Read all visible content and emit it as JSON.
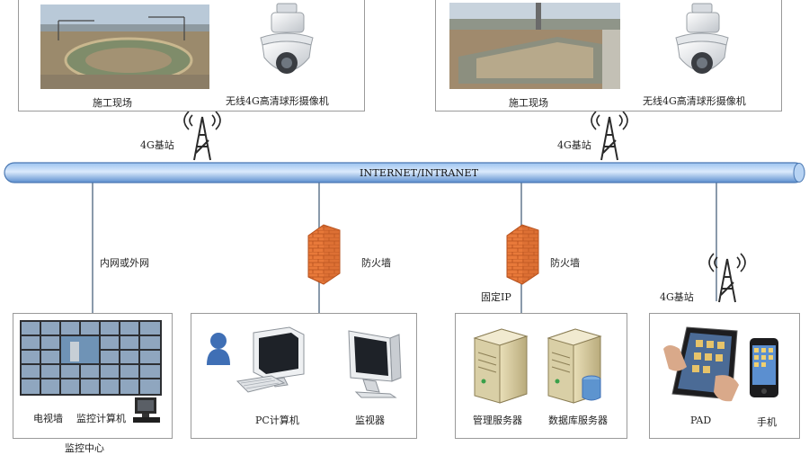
{
  "backbone_label": "INTERNET/INTRANET",
  "sites": [
    {
      "photo_label": "施工现场",
      "camera_label": "无线4G高清球形摄像机"
    },
    {
      "photo_label": "施工现场",
      "camera_label": "无线4G高清球形摄像机"
    }
  ],
  "base_station_label": "4G基站",
  "links": {
    "monitor_link": "内网或外网",
    "firewall": "防火墙",
    "fixed_ip": "固定IP"
  },
  "panels": {
    "monitor_center": {
      "tv_wall": "电视墙",
      "monitor_pc": "监控计算机",
      "caption": "监控中心"
    },
    "pc_group": {
      "pc": "PC计算机",
      "monitor": "监视器"
    },
    "servers": {
      "management": "管理服务器",
      "database": "数据库服务器"
    },
    "mobile": {
      "pad": "PAD",
      "phone": "手机"
    }
  },
  "colors": {
    "pipe": "#6f9ed8",
    "firewall": "#e8793a",
    "tower": "#2a2a2a",
    "border": "#9a9a9a"
  }
}
